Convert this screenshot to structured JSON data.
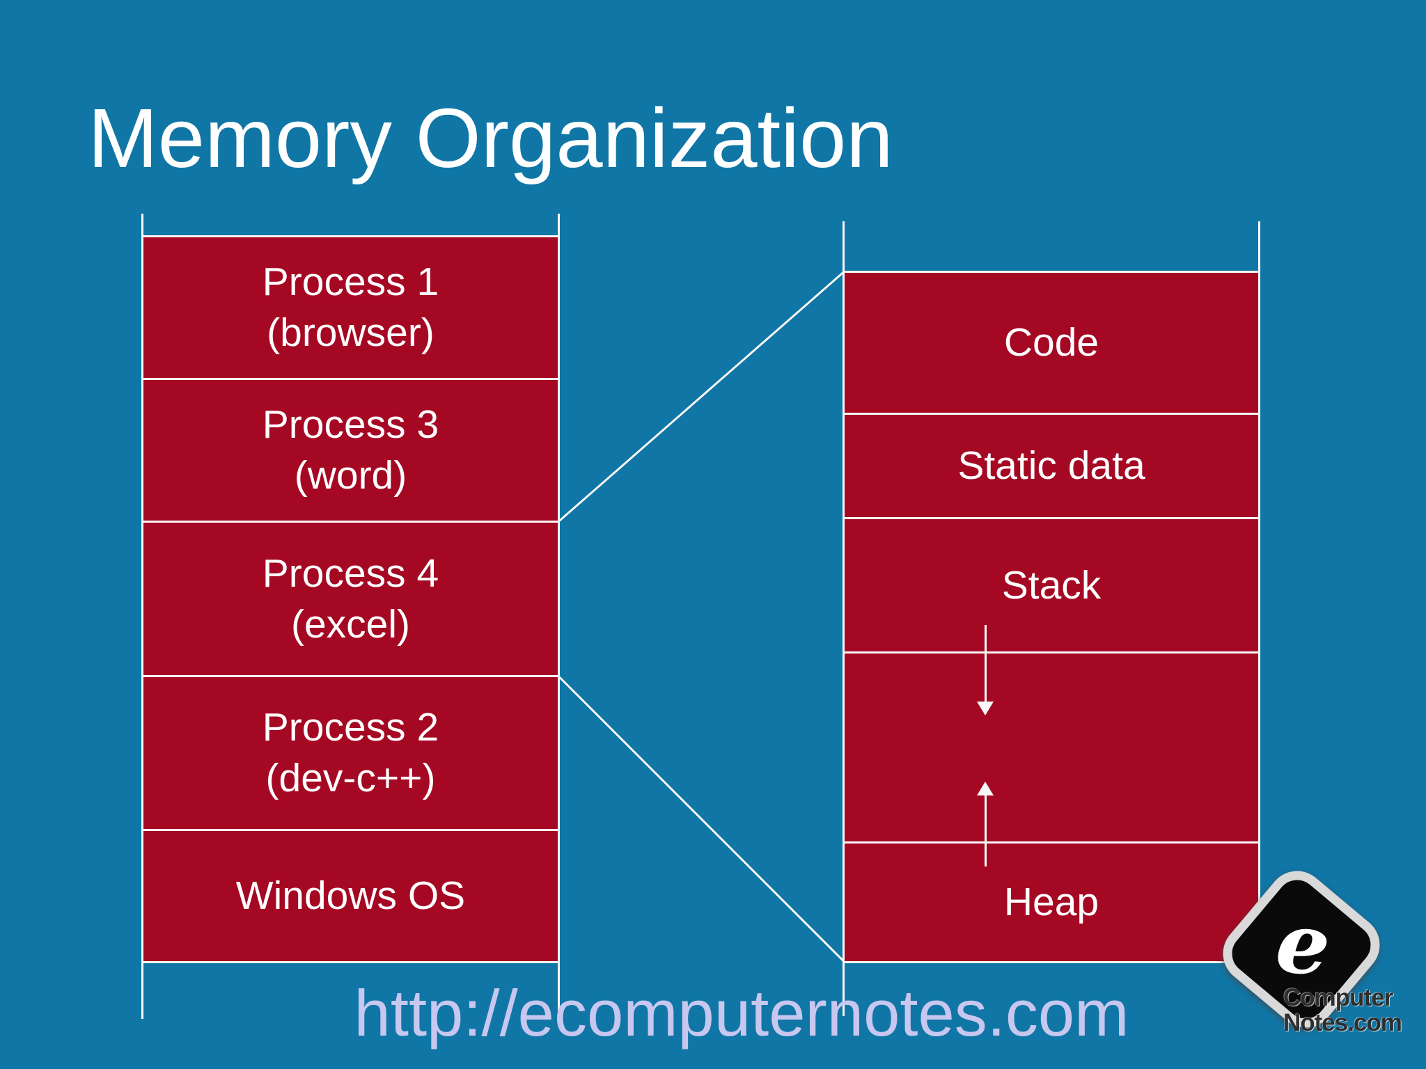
{
  "title": "Memory Organization",
  "left_column": {
    "segments": [
      {
        "lines": [
          "Process 1",
          "(browser)"
        ]
      },
      {
        "lines": [
          "Process 3",
          "(word)"
        ]
      },
      {
        "lines": [
          "Process 4",
          "(excel)"
        ]
      },
      {
        "lines": [
          "Process 2",
          "(dev-c++)"
        ]
      },
      {
        "lines": [
          "Windows OS"
        ]
      }
    ]
  },
  "right_column": {
    "segments": [
      {
        "label": "Code"
      },
      {
        "label": "Static data"
      },
      {
        "label": "Stack"
      },
      {
        "label": ""
      },
      {
        "label": "Heap"
      }
    ]
  },
  "footer": {
    "url": "http://ecomputernotes.com"
  },
  "logo": {
    "glyph": "e",
    "line1": "Computer",
    "line2": "Notes.com"
  },
  "colors": {
    "background": "#1076a6",
    "box_red": "#a50823",
    "line_white": "#f7f7f7",
    "url_text": "#c7c7ef"
  }
}
